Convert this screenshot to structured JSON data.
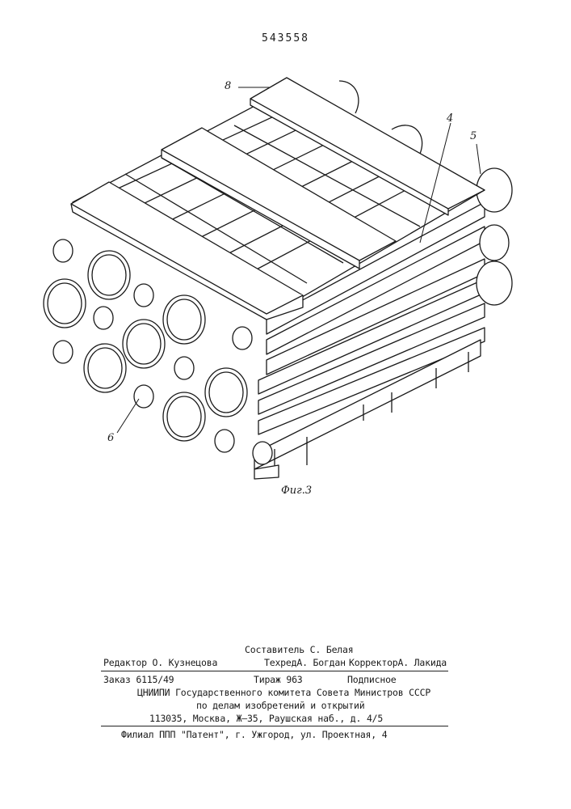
{
  "header": {
    "patent_number": "543558"
  },
  "figure": {
    "caption": "Фиг.3",
    "labels": {
      "l8": "8",
      "l4": "4",
      "l5": "5",
      "l6": "6"
    }
  },
  "colophon": {
    "compiler": "Составитель С. Белая",
    "editor": "Редактор О. Кузнецова",
    "techred": "ТехредА. Богдан",
    "corrector": "КорректорА. Лакида",
    "order": "Заказ 6115/49",
    "circulation": "Тираж 963",
    "subscription": "Подписное",
    "institute": "ЦНИИПИ Государственного комитета Совета Министров СССР",
    "institute_sub": "по делам изобретений и открытий",
    "address": "113035, Москва, Ж–35, Раушская наб., д. 4/5",
    "branch": "Филиал ППП \"Патент\", г. Ужгород, ул. Проектная, 4"
  }
}
